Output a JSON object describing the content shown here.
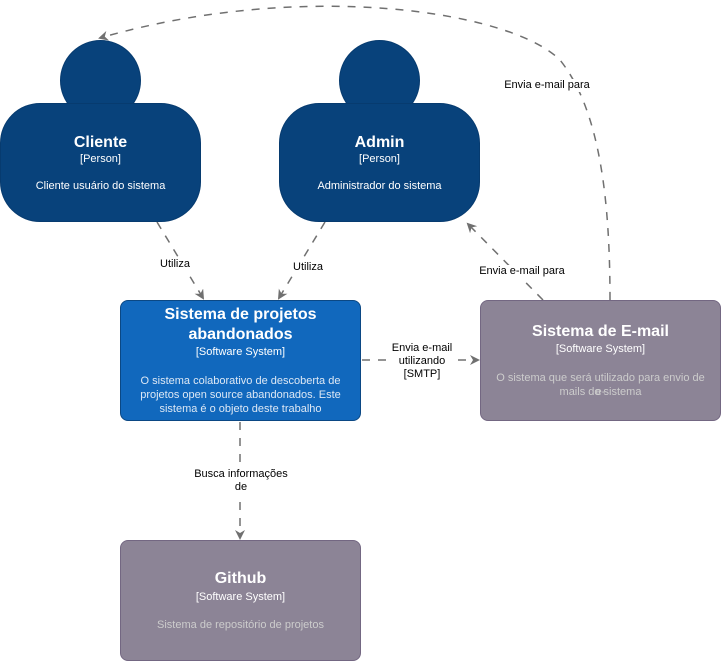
{
  "persons": [
    {
      "id": "cliente",
      "name": "Cliente",
      "type": "[Person]",
      "description": "Cliente usuário do sistema"
    },
    {
      "id": "admin",
      "name": "Admin",
      "type": "[Person]",
      "description": "Administrador do sistema"
    }
  ],
  "systems": [
    {
      "id": "main",
      "name_line1": "Sistema de projetos",
      "name_line2": "abandonados",
      "type": "[Software System]",
      "description_lines": [
        "O sistema colaborativo de descoberta de",
        "projetos open source abandonados. Este",
        "sistema é o objeto deste trabalho"
      ]
    },
    {
      "id": "email",
      "name": "Sistema de E-mail",
      "type": "[Software System]",
      "description_lines": [
        "O sistema que será utilizado para envio de e-",
        "mails do sistema"
      ]
    },
    {
      "id": "github",
      "name": "Github",
      "type": "[Software System]",
      "description": "Sistema de repositório de projetos"
    }
  ],
  "edges": {
    "cliente_uses": "Utiliza",
    "admin_uses": "Utiliza",
    "email_to_admin": "Envia e-mail para",
    "email_to_cliente": "Envia e-mail para",
    "main_to_email": [
      "Envia e-mail",
      "utilizando",
      "[SMTP]"
    ],
    "main_to_github": [
      "Busca informações",
      "de"
    ]
  },
  "colors": {
    "person": "#08427b",
    "main_system": "#1168bd",
    "external_system": "#8c8496",
    "edge": "#707070",
    "external_desc_text": "#cccccc"
  }
}
